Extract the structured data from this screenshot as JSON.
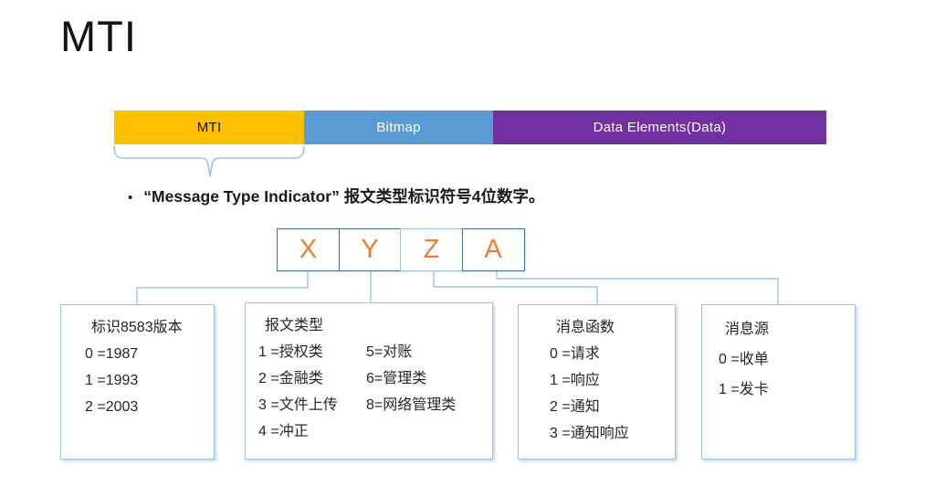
{
  "slide": {
    "title": "MTI"
  },
  "structure_bar": {
    "segments": [
      {
        "name": "mti",
        "label": "MTI",
        "color": "#FFC000",
        "text_color": "#141414",
        "width_pct": 26.7
      },
      {
        "name": "bitmap",
        "label": "Bitmap",
        "color": "#5B9BD5",
        "text_color": "#ffffff",
        "width_pct": 26.5
      },
      {
        "name": "data-elements",
        "label": "Data Elements(Data)",
        "color": "#7030A0",
        "text_color": "#ffffff",
        "width_pct": 46.8
      }
    ]
  },
  "bullet": {
    "marker": "•",
    "text": "“Message Type Indicator” 报文类型标识符号4位数字。"
  },
  "mti_digits": {
    "letter_color": "#ED7D31",
    "cells": [
      {
        "letter": "X",
        "border_color": "#41719C"
      },
      {
        "letter": "Y",
        "border_color": "#41719C"
      },
      {
        "letter": "Z",
        "border_color": "#9DC3E6"
      },
      {
        "letter": "A",
        "border_color": "#41719C"
      }
    ]
  },
  "detail_boxes": [
    {
      "name": "version",
      "title": "标识8583版本",
      "rows": [
        [
          "0 =1987"
        ],
        [
          "1 =1993"
        ],
        [
          "2 =2003"
        ]
      ]
    },
    {
      "name": "message-type",
      "title": "报文类型",
      "rows": [
        [
          "1 =授权类",
          "5=对账"
        ],
        [
          "2 =金融类",
          "6=管理类"
        ],
        [
          "3 =文件上传",
          "8=网络管理类"
        ],
        [
          "4 =冲正"
        ]
      ]
    },
    {
      "name": "message-function",
      "title": "消息函数",
      "rows": [
        [
          "0 =请求"
        ],
        [
          "1 =响应"
        ],
        [
          "2 =通知"
        ],
        [
          "3 =通知响应"
        ]
      ]
    },
    {
      "name": "message-source",
      "title": "消息源",
      "rows": [
        [
          "0 =收单"
        ],
        [
          "1 =发卡"
        ]
      ]
    }
  ],
  "colors": {
    "connector": "#9DC3E6",
    "detail_box_border": "#9DC3E6"
  }
}
